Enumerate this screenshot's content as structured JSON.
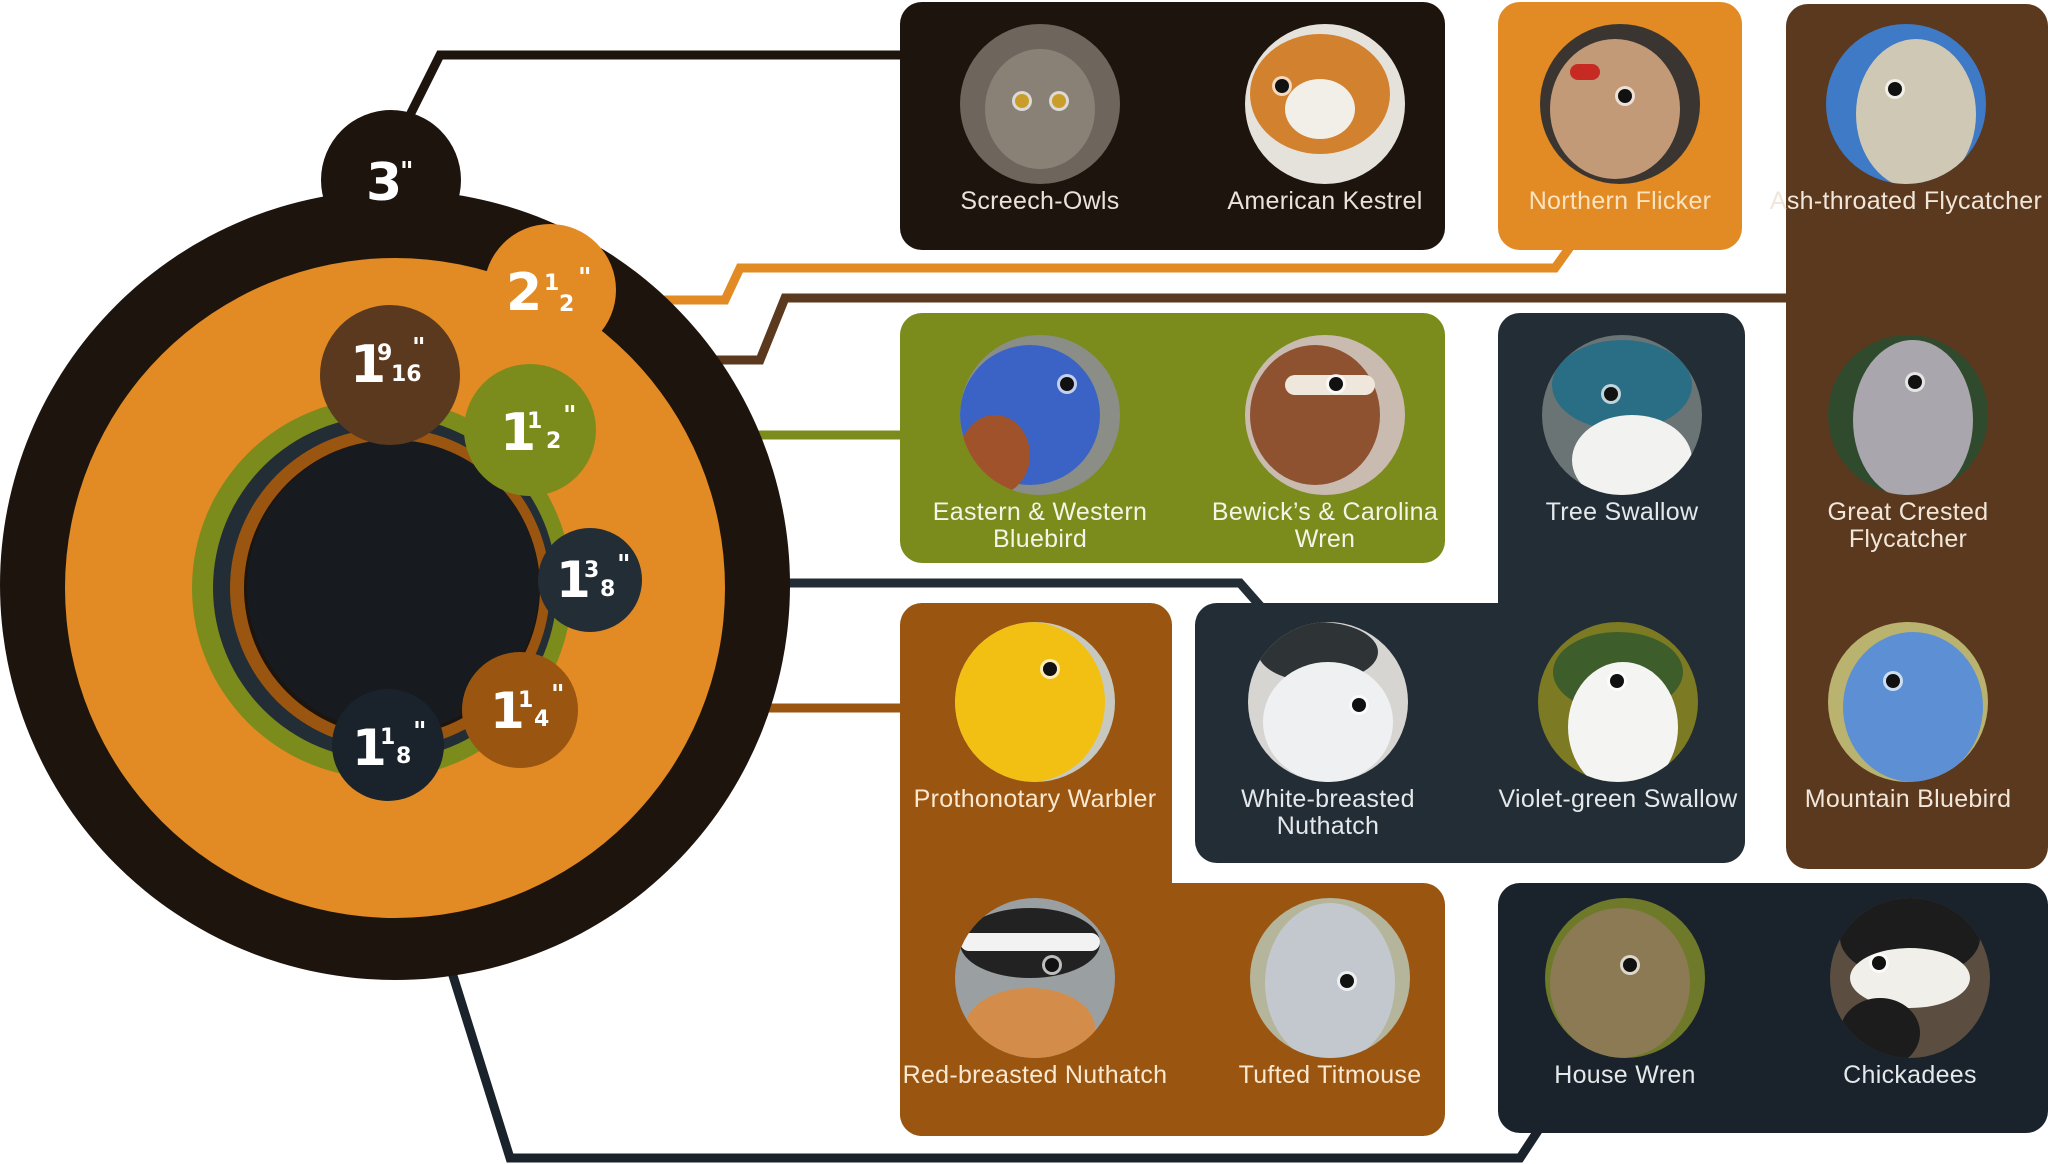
{
  "colors": {
    "dark_brown": "#1e140e",
    "orange": "#e28a23",
    "mid_brown": "#5b391e",
    "olive": "#7b8c1c",
    "slate": "#232d35",
    "rust": "#9a5510",
    "navy": "#1a232b"
  },
  "sizes": {
    "three": {
      "whole": "3",
      "num": "",
      "den": "",
      "mark": "\""
    },
    "two_half": {
      "whole": "2",
      "num": "1",
      "den": "2",
      "mark": "\""
    },
    "one_9_16": {
      "whole": "1",
      "num": "9",
      "den": "16",
      "mark": "\""
    },
    "one_half": {
      "whole": "1",
      "num": "1",
      "den": "2",
      "mark": "\""
    },
    "one_3_8": {
      "whole": "1",
      "num": "3",
      "den": "8",
      "mark": "\""
    },
    "one_quarter": {
      "whole": "1",
      "num": "1",
      "den": "4",
      "mark": "\""
    },
    "one_1_8": {
      "whole": "1",
      "num": "1",
      "den": "8",
      "mark": "\""
    }
  },
  "birds": {
    "screech_owls": "Screech-Owls",
    "american_kestrel": "American Kestrel",
    "northern_flicker": "Northern Flicker",
    "ash_throated_flycatcher": "Ash-throated Flycatcher",
    "eastern_western_bluebird": "Eastern & Western Bluebird",
    "bewicks_carolina_wren": "Bewick’s & Carolina Wren",
    "tree_swallow": "Tree Swallow",
    "great_crested_flycatcher": "Great Crested Flycatcher",
    "white_breasted_nuthatch": "White-breasted Nuthatch",
    "violet_green_swallow": "Violet-green Swallow",
    "mountain_bluebird": "Mountain Bluebird",
    "prothonotary_warbler": "Prothonotary Warbler",
    "red_breasted_nuthatch": "Red-breasted Nuthatch",
    "tufted_titmouse": "Tufted Titmouse",
    "house_wren": "House Wren",
    "chickadees": "Chickadees"
  }
}
